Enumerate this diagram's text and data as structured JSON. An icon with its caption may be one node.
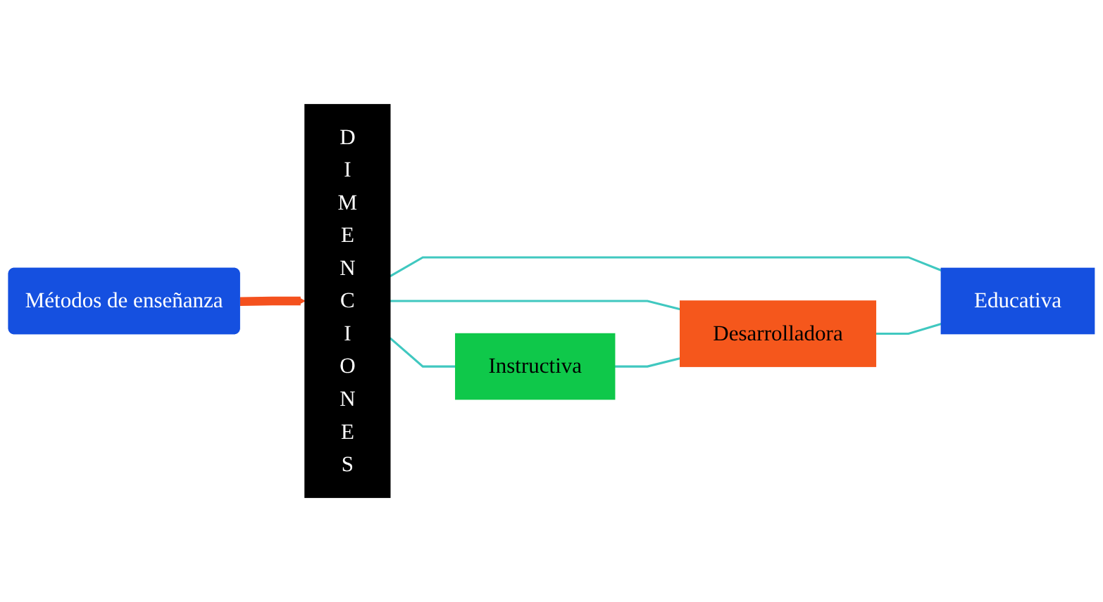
{
  "diagram": {
    "nodes": [
      {
        "text": [
          "Métodos de enseñanza"
        ]
      },
      {
        "text": [
          "DIMENCIONES"
        ]
      },
      {
        "text": [
          "Instructiva"
        ]
      },
      {
        "text": [
          "Desarrolladora"
        ]
      },
      {
        "text": [
          "Educativa"
        ]
      }
    ],
    "edges": [
      {
        "from": 0,
        "to": 1,
        "arrow": "to",
        "style": "thick",
        "color": "#f4511e"
      },
      {
        "from": 1,
        "to": 2,
        "arrow": "none"
      },
      {
        "from": 1,
        "to": 3,
        "arrow": "none"
      },
      {
        "from": 1,
        "to": 4,
        "arrow": "none"
      },
      {
        "from": 2,
        "to": 3,
        "arrow": "none"
      },
      {
        "from": 3,
        "to": 4,
        "arrow": "none"
      }
    ]
  }
}
